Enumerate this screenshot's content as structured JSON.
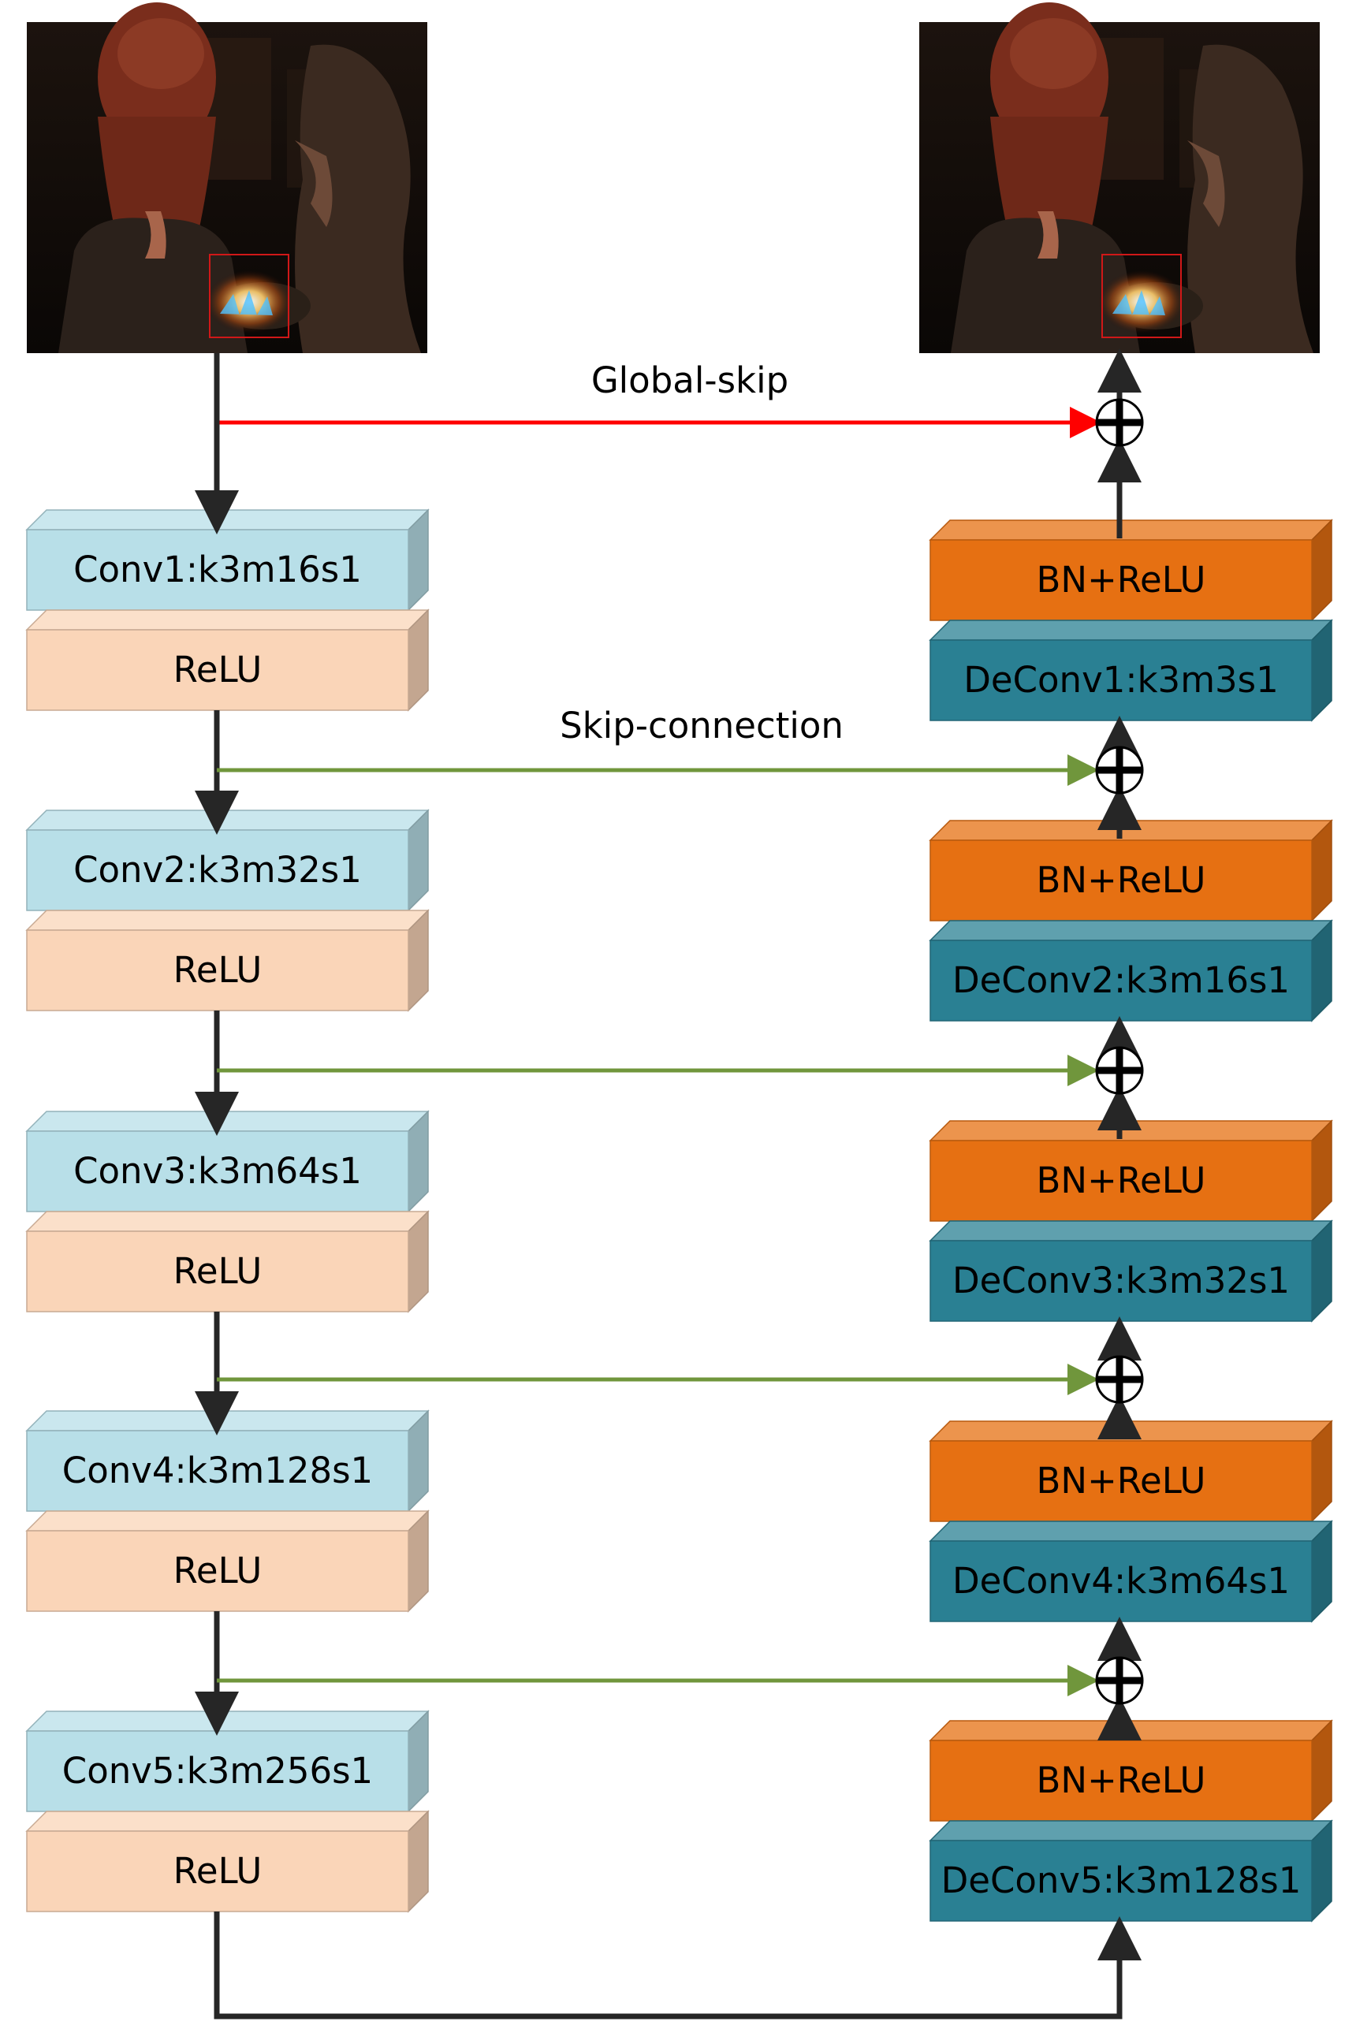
{
  "labels": {
    "global_skip": "Global-skip",
    "skip_connection": "Skip-connection"
  },
  "encoder": [
    {
      "conv": "Conv1:k3m16s1",
      "act": "ReLU"
    },
    {
      "conv": "Conv2:k3m32s1",
      "act": "ReLU"
    },
    {
      "conv": "Conv3:k3m64s1",
      "act": "ReLU"
    },
    {
      "conv": "Conv4:k3m128s1",
      "act": "ReLU"
    },
    {
      "conv": "Conv5:k3m256s1",
      "act": "ReLU"
    }
  ],
  "decoder": [
    {
      "bn": "BN+ReLU",
      "deconv": "DeConv1:k3m3s1"
    },
    {
      "bn": "BN+ReLU",
      "deconv": "DeConv2:k3m16s1"
    },
    {
      "bn": "BN+ReLU",
      "deconv": "DeConv3:k3m32s1"
    },
    {
      "bn": "BN+ReLU",
      "deconv": "DeConv4:k3m64s1"
    },
    {
      "bn": "BN+ReLU",
      "deconv": "DeConv5:k3m128s1"
    }
  ],
  "colors": {
    "conv": "#b8dfe8",
    "relu": "#fad5b8",
    "bn_relu": "#e67012",
    "deconv": "#2a8093",
    "global_skip_arrow": "#ff0000",
    "skip_arrow": "#70963c",
    "main_arrow": "#262626"
  },
  "images": {
    "input": "input-image",
    "output": "output-image"
  }
}
